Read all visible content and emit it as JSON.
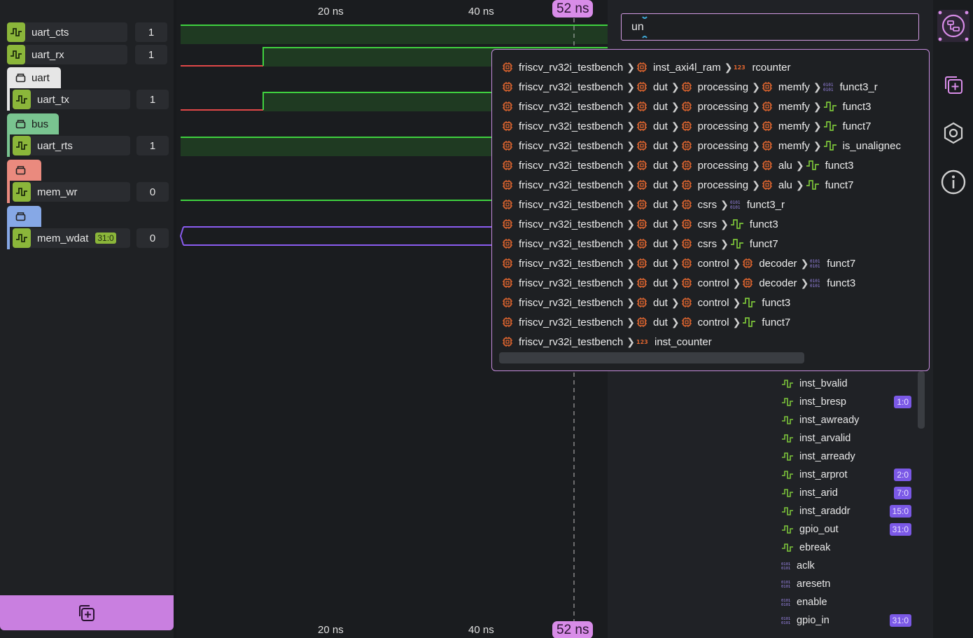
{
  "signals": {
    "rows": [
      {
        "name": "uart_cts",
        "value": "1"
      },
      {
        "name": "uart_rx",
        "value": "1"
      },
      {
        "name": "uart_tx",
        "value": "1"
      },
      {
        "name": "uart_rts",
        "value": "1"
      },
      {
        "name": "mem_wr",
        "value": "0"
      },
      {
        "name": "mem_wdat",
        "value": "0",
        "range": "31:0"
      }
    ],
    "groups": [
      {
        "label": "uart",
        "color": "#e6e6e6"
      },
      {
        "label": "bus",
        "color": "#79c490"
      },
      {
        "label": "",
        "color": "#ea8a7e"
      },
      {
        "label": "",
        "color": "#86a8e6"
      }
    ]
  },
  "timeline": {
    "ticks": [
      "20 ns",
      "40 ns"
    ],
    "cursor": "52 ns"
  },
  "search": {
    "query": "un"
  },
  "results": [
    {
      "path": [
        "friscv_rv32i_testbench",
        "inst_axi4l_ram"
      ],
      "leaf": "rcounter",
      "leaf_icon": "integer-icon"
    },
    {
      "path": [
        "friscv_rv32i_testbench",
        "dut",
        "processing",
        "memfy"
      ],
      "leaf": "funct3_r",
      "leaf_icon": "bits-icon"
    },
    {
      "path": [
        "friscv_rv32i_testbench",
        "dut",
        "processing",
        "memfy"
      ],
      "leaf": "funct3",
      "leaf_icon": "wave-icon"
    },
    {
      "path": [
        "friscv_rv32i_testbench",
        "dut",
        "processing",
        "memfy"
      ],
      "leaf": "funct7",
      "leaf_icon": "wave-icon"
    },
    {
      "path": [
        "friscv_rv32i_testbench",
        "dut",
        "processing",
        "memfy"
      ],
      "leaf": "is_unalignec",
      "leaf_icon": "wave-icon"
    },
    {
      "path": [
        "friscv_rv32i_testbench",
        "dut",
        "processing",
        "alu"
      ],
      "leaf": "funct3",
      "leaf_icon": "wave-icon"
    },
    {
      "path": [
        "friscv_rv32i_testbench",
        "dut",
        "processing",
        "alu"
      ],
      "leaf": "funct7",
      "leaf_icon": "wave-icon"
    },
    {
      "path": [
        "friscv_rv32i_testbench",
        "dut",
        "csrs"
      ],
      "leaf": "funct3_r",
      "leaf_icon": "bits-icon"
    },
    {
      "path": [
        "friscv_rv32i_testbench",
        "dut",
        "csrs"
      ],
      "leaf": "funct3",
      "leaf_icon": "wave-icon"
    },
    {
      "path": [
        "friscv_rv32i_testbench",
        "dut",
        "csrs"
      ],
      "leaf": "funct7",
      "leaf_icon": "wave-icon"
    },
    {
      "path": [
        "friscv_rv32i_testbench",
        "dut",
        "control",
        "decoder"
      ],
      "leaf": "funct7",
      "leaf_icon": "bits-icon"
    },
    {
      "path": [
        "friscv_rv32i_testbench",
        "dut",
        "control",
        "decoder"
      ],
      "leaf": "funct3",
      "leaf_icon": "bits-icon"
    },
    {
      "path": [
        "friscv_rv32i_testbench",
        "dut",
        "control"
      ],
      "leaf": "funct3",
      "leaf_icon": "wave-icon"
    },
    {
      "path": [
        "friscv_rv32i_testbench",
        "dut",
        "control"
      ],
      "leaf": "funct7",
      "leaf_icon": "wave-icon"
    },
    {
      "path": [
        "friscv_rv32i_testbench"
      ],
      "leaf": "inst_counter",
      "leaf_icon": "integer-icon"
    }
  ],
  "variables": [
    {
      "name": "inst_bvalid",
      "icon": "wave-icon",
      "badge": ""
    },
    {
      "name": "inst_bresp",
      "icon": "wave-icon",
      "badge": "1:0"
    },
    {
      "name": "inst_awready",
      "icon": "wave-icon",
      "badge": ""
    },
    {
      "name": "inst_arvalid",
      "icon": "wave-icon",
      "badge": ""
    },
    {
      "name": "inst_arready",
      "icon": "wave-icon",
      "badge": ""
    },
    {
      "name": "inst_arprot",
      "icon": "wave-icon",
      "badge": "2:0"
    },
    {
      "name": "inst_arid",
      "icon": "wave-icon",
      "badge": "7:0"
    },
    {
      "name": "inst_araddr",
      "icon": "wave-icon",
      "badge": "15:0"
    },
    {
      "name": "gpio_out",
      "icon": "wave-icon",
      "badge": "31:0"
    },
    {
      "name": "ebreak",
      "icon": "wave-icon",
      "badge": ""
    },
    {
      "name": "aclk",
      "icon": "bits-icon",
      "badge": ""
    },
    {
      "name": "aresetn",
      "icon": "bits-icon",
      "badge": ""
    },
    {
      "name": "enable",
      "icon": "bits-icon",
      "badge": ""
    },
    {
      "name": "gpio_in",
      "icon": "bits-icon",
      "badge": "31:0"
    }
  ],
  "colors": {
    "accent": "#d88ce8",
    "signal_green": "#8bb63a",
    "wave_high": "#3fd13f",
    "wave_low": "#e04848",
    "bus_purple": "#8a5cf0",
    "scope_orange": "#e2662f",
    "badge_purple": "#7b59e6"
  }
}
